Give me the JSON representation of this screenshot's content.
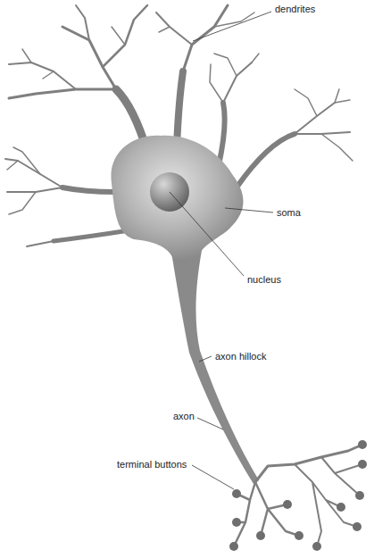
{
  "diagram": {
    "labels": [
      "dendrites",
      "soma",
      "nucleus",
      "axon hillock",
      "axon",
      "terminal buttons"
    ]
  }
}
